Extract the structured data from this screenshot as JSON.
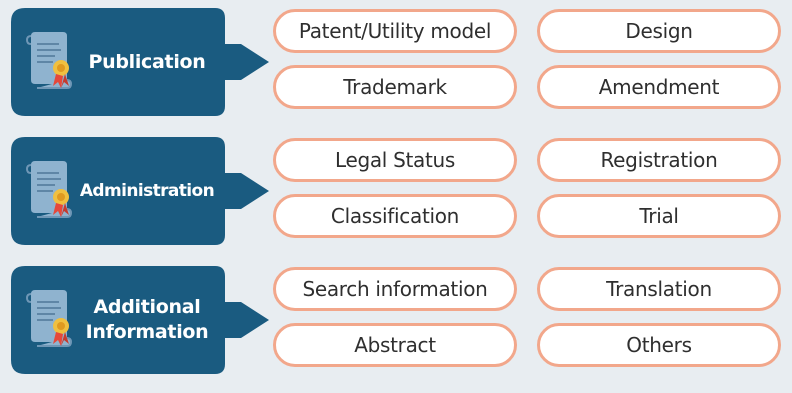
{
  "colors": {
    "background": "#e8edf1",
    "category_fill": "#1a5b80",
    "pill_border": "#f2a78b",
    "pill_fill": "#ffffff",
    "text_dark": "#2f2f2f",
    "text_light": "#ffffff"
  },
  "categories": [
    {
      "label": "Publication",
      "icon": "certificate-scroll-icon",
      "items": [
        "Patent/Utility model",
        "Design",
        "Trademark",
        "Amendment"
      ]
    },
    {
      "label": "Administration",
      "icon": "certificate-scroll-icon",
      "items": [
        "Legal Status",
        "Registration",
        "Classification",
        "Trial"
      ]
    },
    {
      "label": "Additional Information",
      "label_lines": [
        "Additional",
        "Information"
      ],
      "icon": "certificate-scroll-icon",
      "items": [
        "Search information",
        "Translation",
        "Abstract",
        "Others"
      ]
    }
  ]
}
